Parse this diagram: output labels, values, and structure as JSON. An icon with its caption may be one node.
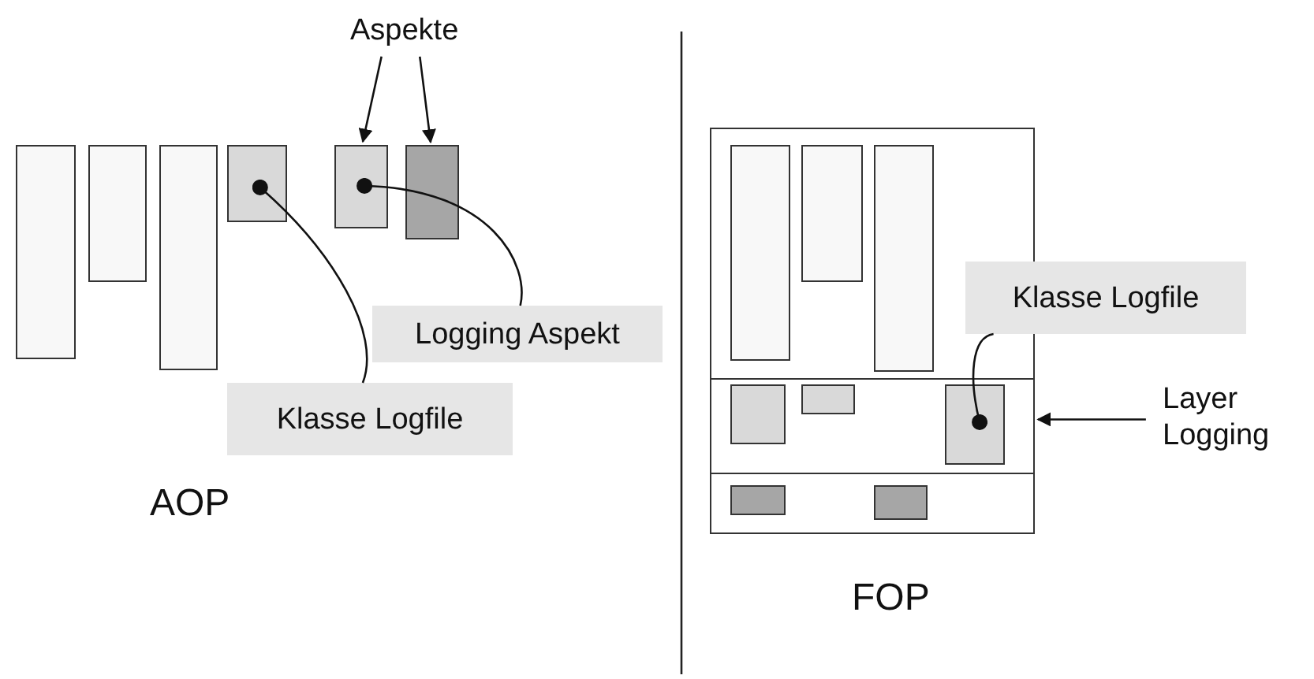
{
  "diagram": {
    "nodes": [
      {
        "text": [
          "Aspekte"
        ]
      },
      {
        "text": [],
        "shape": "box"
      },
      {
        "text": [],
        "shape": "box"
      },
      {
        "text": [],
        "shape": "box"
      },
      {
        "text": [],
        "shape": "box"
      },
      {
        "text": [],
        "shape": "box"
      },
      {
        "text": [],
        "shape": "box"
      },
      {
        "text": [
          "Klasse Logfile"
        ]
      },
      {
        "text": [
          "Logging Aspekt"
        ]
      },
      {
        "text": [],
        "shape": "box"
      },
      {
        "text": [],
        "shape": "box",
        "in": 9
      },
      {
        "text": [],
        "shape": "box",
        "in": 10
      },
      {
        "text": [],
        "shape": "box",
        "in": 10
      },
      {
        "text": [],
        "shape": "box",
        "in": 10
      },
      {
        "text": [],
        "shape": "box",
        "in": 9
      },
      {
        "text": [],
        "shape": "box",
        "in": 14
      },
      {
        "text": [],
        "shape": "box",
        "in": 14
      },
      {
        "text": [],
        "shape": "box",
        "in": 14
      },
      {
        "text": [],
        "shape": "box",
        "in": 9
      },
      {
        "text": [],
        "shape": "box",
        "in": 18
      },
      {
        "text": [],
        "shape": "box",
        "in": 18
      },
      {
        "text": [
          "Klasse Logfile"
        ]
      },
      {
        "text": [
          "Layer Logging"
        ]
      }
    ],
    "edges": [
      {
        "from": 0,
        "to": 5,
        "arrow": "to"
      },
      {
        "from": 0,
        "to": 6,
        "arrow": "to"
      },
      {
        "from": 7,
        "to": 4,
        "arrow": "other"
      },
      {
        "from": 8,
        "to": 5,
        "arrow": "other"
      },
      {
        "from": 21,
        "to": 17,
        "arrow": "other"
      },
      {
        "from": 22,
        "to": 14,
        "arrow": "to"
      }
    ],
    "labels": [
      "AOP",
      "FOP"
    ]
  }
}
